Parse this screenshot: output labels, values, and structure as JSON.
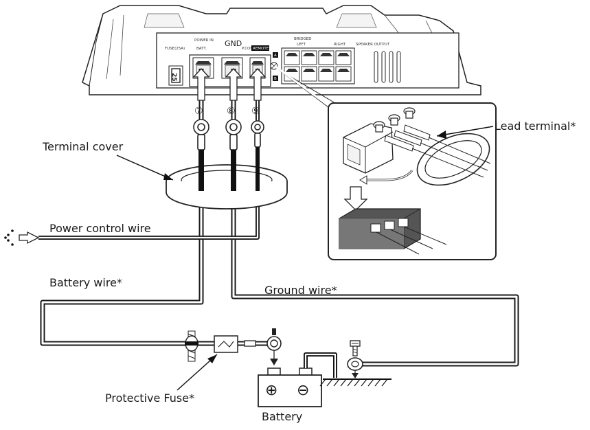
{
  "labels": {
    "terminal_cover": "Terminal cover",
    "lead_terminal": "Lead terminal*",
    "power_control_wire": "Power control wire",
    "battery_wire": "Battery wire*",
    "ground_wire": "Ground wire*",
    "protective_fuse": "Protective Fuse*",
    "battery": "Battery"
  },
  "amp_panel": {
    "power_in": "POWER IN",
    "gnd": "GND",
    "fuse": "FUSE(25A)",
    "fuse_value": "25",
    "batt": "BATT.",
    "pcon": "P.CON",
    "remote": "REMOTE",
    "bridged": "BRIDGED",
    "left": "LEFT",
    "right": "RIGHT",
    "speaker_output": "SPEAKER OUTPUT",
    "channel_a": "A",
    "channel_b": "B"
  },
  "terminal_numbers": [
    "⑦",
    "⑧",
    "⑨"
  ],
  "battery_symbols": {
    "positive": "⊕",
    "negative": "⊖"
  }
}
